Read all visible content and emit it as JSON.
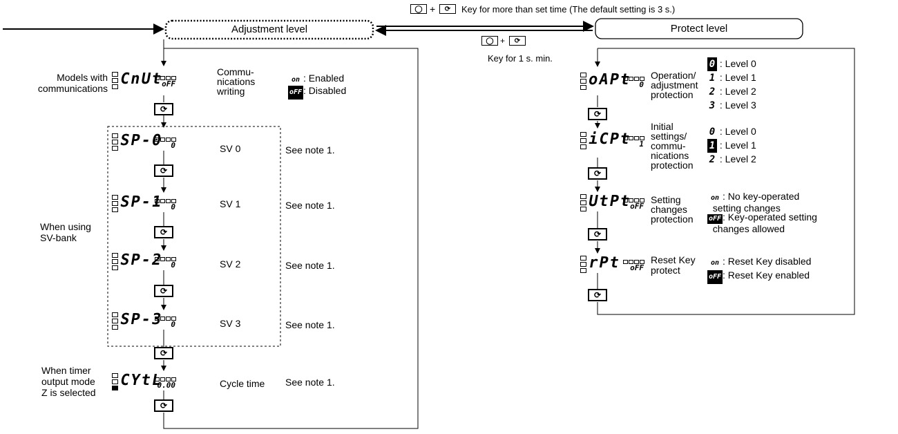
{
  "header": {
    "top_caption": "Key for more than set time (The default setting is 3 s.)",
    "adjustment_level": "Adjustment level",
    "protect_level": "Protect level",
    "key_1s": "Key for 1 s. min.",
    "plus": "+",
    "key_glyph": "⟳"
  },
  "left": {
    "models_label": "Models with\ncommunications",
    "comm": {
      "display": "CnUt",
      "sub": "oFF",
      "label": "Commu-\nnications\nwriting",
      "opt_on": ": Enabled",
      "opt_off": ": Disabled",
      "chip_on": "on",
      "chip_off": "oFF"
    },
    "sv_bank_label": "When using\nSV-bank",
    "sv": [
      {
        "display": "SP-0",
        "sub": "0",
        "label": "SV 0",
        "note": "See note 1."
      },
      {
        "display": "SP-1",
        "sub": "0",
        "label": "SV 1",
        "note": "See note 1."
      },
      {
        "display": "SP-2",
        "sub": "0",
        "label": "SV 2",
        "note": "See note 1."
      },
      {
        "display": "SP-3",
        "sub": "0",
        "label": "SV 3",
        "note": "See note 1."
      }
    ],
    "timer_label": "When timer\noutput mode\nZ is selected",
    "cycle": {
      "display": "CYtL",
      "sub": "0.00",
      "label": "Cycle time",
      "note": "See note 1."
    }
  },
  "right": {
    "oapt": {
      "display": "oAPt",
      "sub": "0",
      "label": "Operation/\nadjustment\nprotection",
      "options": [
        {
          "digit": "0",
          "inv": true,
          "text": ": Level 0"
        },
        {
          "digit": "1",
          "inv": false,
          "text": ": Level 1"
        },
        {
          "digit": "2",
          "inv": false,
          "text": ": Level 2"
        },
        {
          "digit": "3",
          "inv": false,
          "text": ": Level 3"
        }
      ]
    },
    "icpt": {
      "display": "iCPt",
      "sub": "1",
      "label": "Initial\nsettings/\ncommu-\nnications\nprotection",
      "options": [
        {
          "digit": "0",
          "inv": false,
          "text": ": Level 0"
        },
        {
          "digit": "1",
          "inv": true,
          "text": ": Level 1"
        },
        {
          "digit": "2",
          "inv": false,
          "text": ": Level 2"
        }
      ]
    },
    "wtpt": {
      "display": "UtPt",
      "sub": "oFF",
      "label": "Setting\nchanges\nprotection",
      "chip_on": "on",
      "chip_off": "oFF",
      "opt_on": ": No key-operated\n  setting changes",
      "opt_off": ": Key-operated setting\n  changes allowed"
    },
    "rpt": {
      "display": " rPt",
      "sub": "oFF",
      "label": "Reset Key\nprotect",
      "chip_on": "on",
      "chip_off": "oFF",
      "opt_on": ": Reset Key disabled",
      "opt_off": ": Reset Key enabled"
    }
  }
}
